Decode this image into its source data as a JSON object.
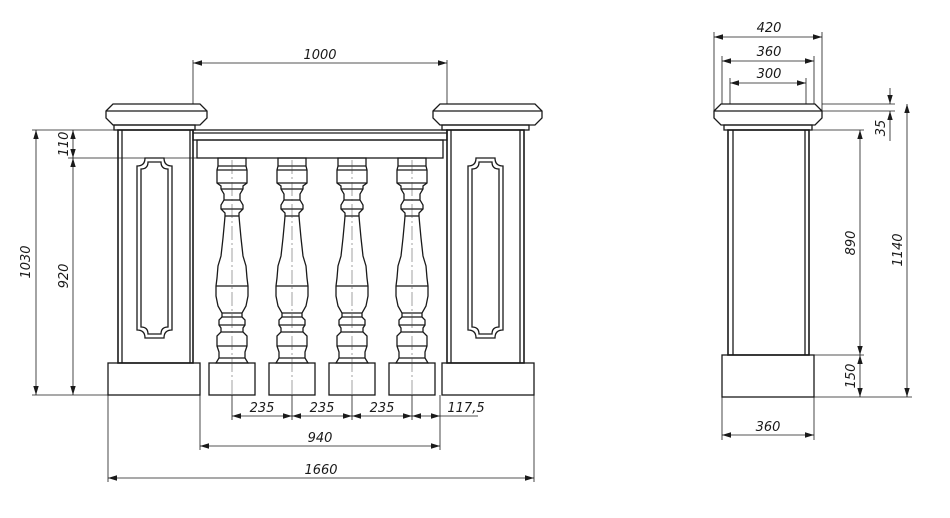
{
  "front_view": {
    "dims": {
      "top_span": "1000",
      "cap_height": "110",
      "height_total": "1030",
      "height_inner": "920",
      "spacing_1": "235",
      "spacing_2": "235",
      "spacing_3": "235",
      "end_offset": "117,5",
      "inner_width": "940",
      "total_width": "1660"
    }
  },
  "side_view": {
    "dims": {
      "cap_width": "420",
      "mid_width": "360",
      "neck_width": "300",
      "cap_thickness": "35",
      "shaft_height": "890",
      "base_height": "150",
      "total_height": "1140",
      "base_width": "360"
    }
  }
}
